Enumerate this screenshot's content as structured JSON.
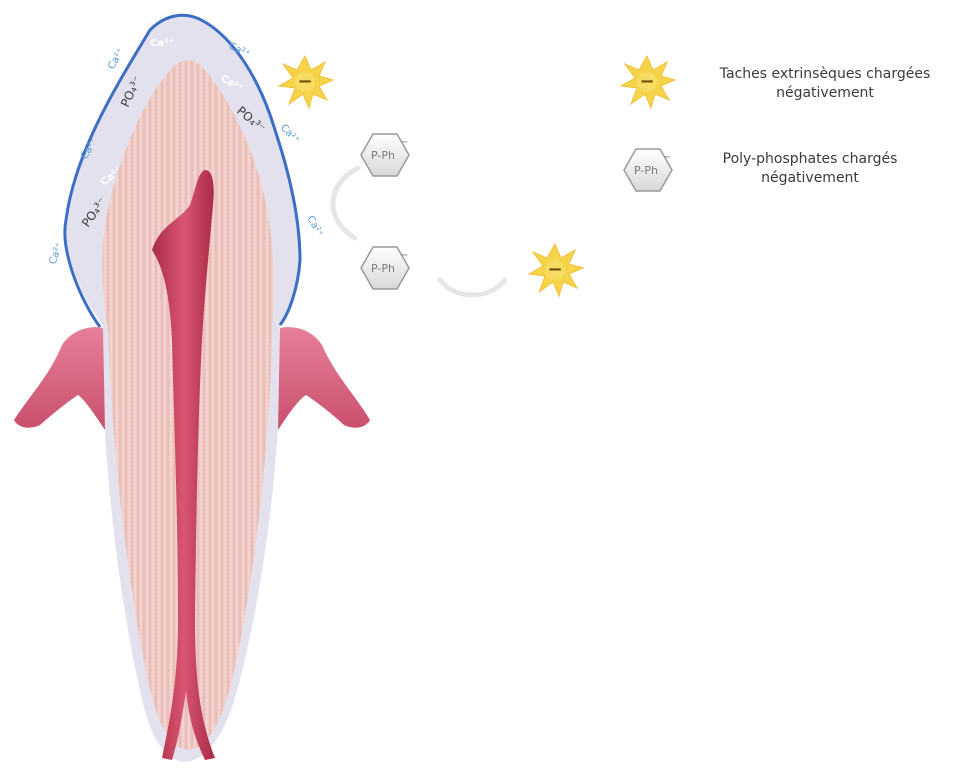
{
  "diagram": {
    "ions": {
      "calcium": "Ca²⁺",
      "phosphate": "PO₄³⁻"
    },
    "poly_phosphate_label": "P-Ph",
    "stain_sign": "−",
    "legend": {
      "stain_text_line1": "Taches extrinsèques chargées",
      "stain_text_line2": "négativement",
      "polyphosphate_text_line1": "Poly-phosphates chargés",
      "polyphosphate_text_line2": "négativement"
    },
    "colors": {
      "enamel_outline": "#3b6fc4",
      "ion_blue": "#5b9bd5",
      "gum_pink": "#d9607c",
      "pulp_red": "#c23a55",
      "dentin": "#f1cfc8",
      "stain_yellow": "#f5d44a"
    }
  }
}
